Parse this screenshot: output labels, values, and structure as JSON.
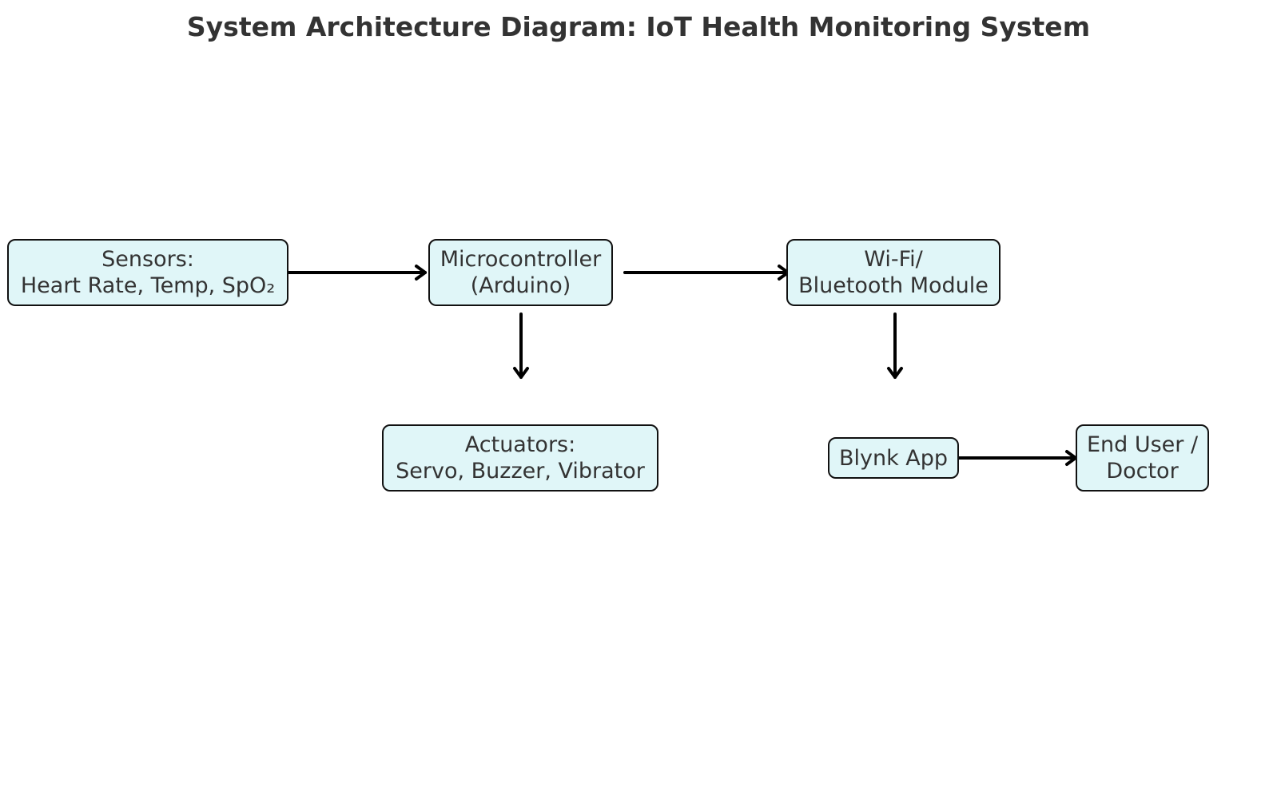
{
  "title": "System Architecture Diagram: IoT Health Monitoring System",
  "nodes": {
    "sensors": {
      "line1": "Sensors:",
      "line2": "Heart Rate, Temp, SpO₂"
    },
    "microcontroller": {
      "line1": "Microcontroller",
      "line2": "(Arduino)"
    },
    "wifi": {
      "line1": "Wi-Fi/",
      "line2": "Bluetooth Module"
    },
    "actuators": {
      "line1": "Actuators:",
      "line2": "Servo, Buzzer, Vibrator"
    },
    "blynk": {
      "line1": "Blynk App"
    },
    "end_user": {
      "line1": "End User /",
      "line2": "Doctor"
    }
  },
  "edges": [
    {
      "from": "sensors",
      "to": "microcontroller"
    },
    {
      "from": "microcontroller",
      "to": "wifi"
    },
    {
      "from": "microcontroller",
      "to": "actuators"
    },
    {
      "from": "wifi",
      "to": "blynk"
    },
    {
      "from": "blynk",
      "to": "end_user"
    }
  ],
  "colors": {
    "node_fill": "#e0f6f8",
    "node_border": "#111111",
    "arrow": "#000000",
    "text": "#333333"
  }
}
